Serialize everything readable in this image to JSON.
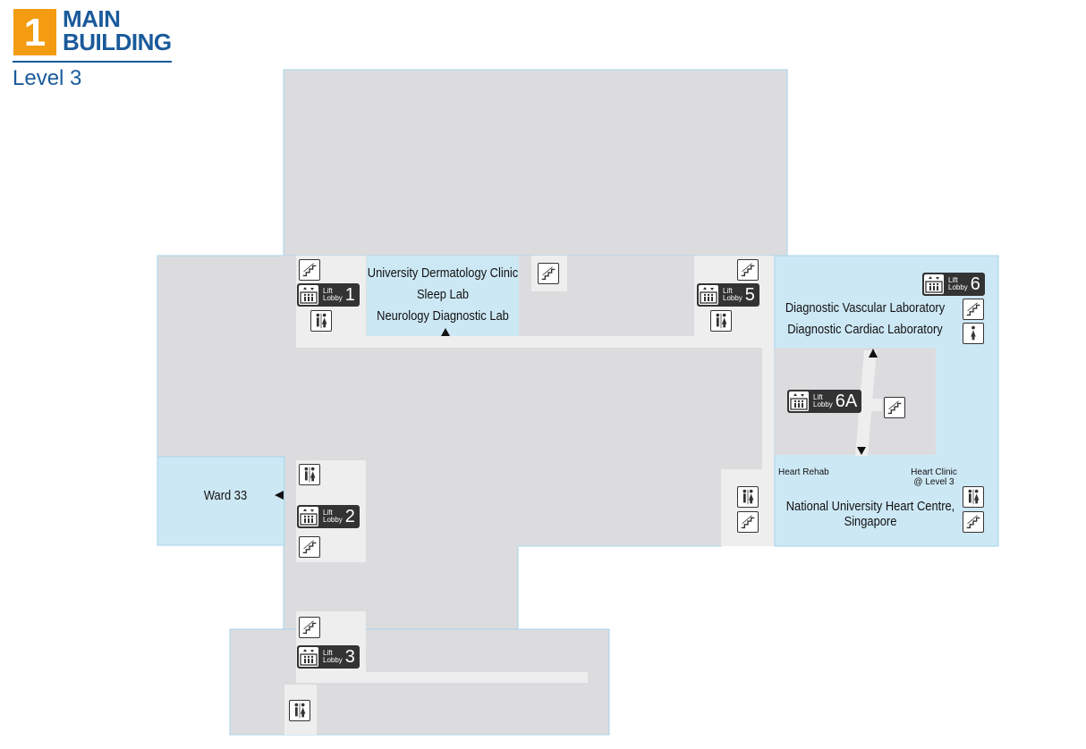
{
  "header": {
    "building_number": "1",
    "building_line1": "MAIN",
    "building_line2": "BUILDING",
    "level": "Level 3"
  },
  "colors": {
    "orange": "#f39c12",
    "blue": "#1a5a9b",
    "floor_grey": "#dcdcdf",
    "corridor_light": "#eeeeee",
    "clinic_blue": "#cde8f5",
    "outline": "#a5d3ea",
    "icon_dark": "#333333"
  },
  "labels": {
    "derm_line1": "University Dermatology Clinic",
    "derm_line2": "Sleep Lab",
    "derm_line3": "Neurology Diagnostic Lab",
    "vascular": "Diagnostic Vascular Laboratory",
    "cardiac": "Diagnostic Cardiac Laboratory",
    "ward": "Ward 33",
    "heart_rehab": "Heart Rehab",
    "heart_clinic_line1": "Heart Clinic",
    "heart_clinic_line2": "@ Level 3",
    "nuhc_line1": "National University Heart Centre,",
    "nuhc_line2": "Singapore"
  },
  "lifts": {
    "lift_word": "Lift",
    "lobby_word": "Lobby",
    "l1": "1",
    "l2": "2",
    "l3": "3",
    "l5": "5",
    "l6": "6",
    "l6a": "6A"
  },
  "icons": {
    "stairs": "stairs-icon",
    "toilet": "toilet-icon",
    "lift": "lift-icon",
    "female": "female-toilet-icon"
  }
}
